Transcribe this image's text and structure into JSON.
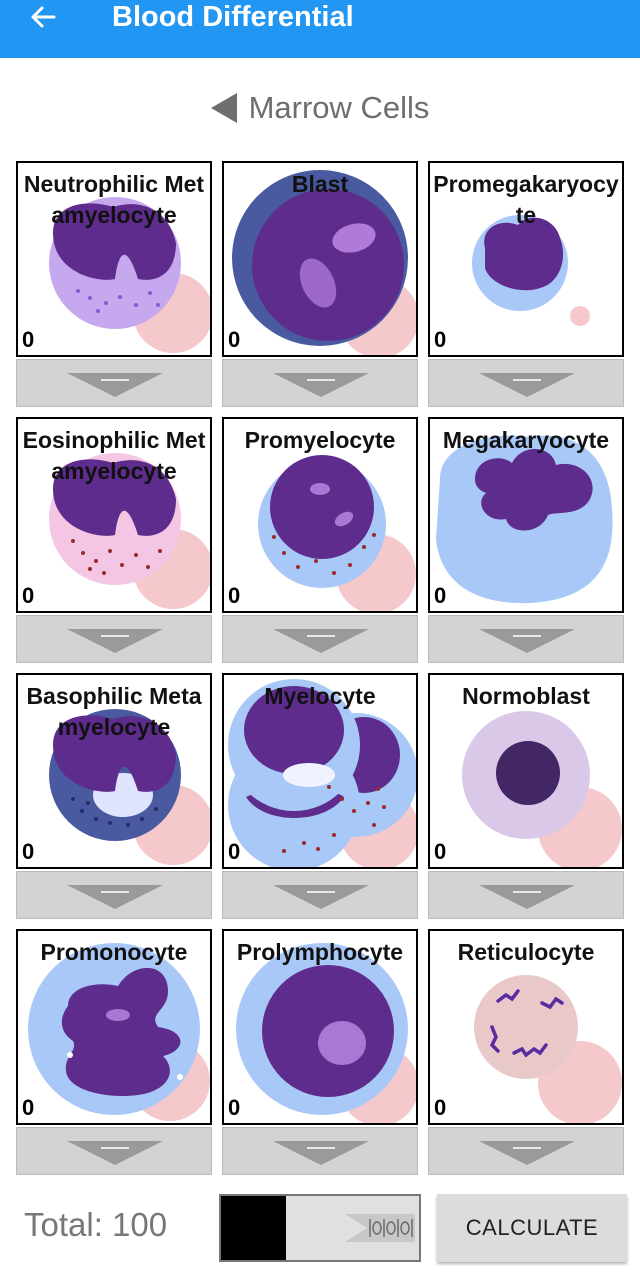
{
  "app_bar": {
    "title": "Blood Differential",
    "color": "#2196F3"
  },
  "section": {
    "title": "Marrow Cells"
  },
  "cells": [
    {
      "name": "Neutrophilic Metamyelocyte",
      "count": "0"
    },
    {
      "name": "Blast",
      "count": "0"
    },
    {
      "name": "Promegakaryocyte",
      "count": "0"
    },
    {
      "name": "Eosinophilic Metamyelocyte",
      "count": "0"
    },
    {
      "name": "Promyelocyte",
      "count": "0"
    },
    {
      "name": "Megakaryocyte",
      "count": "0"
    },
    {
      "name": "Basophilic Metamyelocyte",
      "count": "0"
    },
    {
      "name": "Myelocyte",
      "count": "0"
    },
    {
      "name": "Normoblast",
      "count": "0"
    },
    {
      "name": "Promonocyte",
      "count": "0"
    },
    {
      "name": "Prolymphocyte",
      "count": "0"
    },
    {
      "name": "Reticulocyte",
      "count": "0"
    }
  ],
  "footer": {
    "total_label": "Total: 100",
    "progress_fraction": 0.33,
    "calculate_label": "CALCULATE"
  }
}
